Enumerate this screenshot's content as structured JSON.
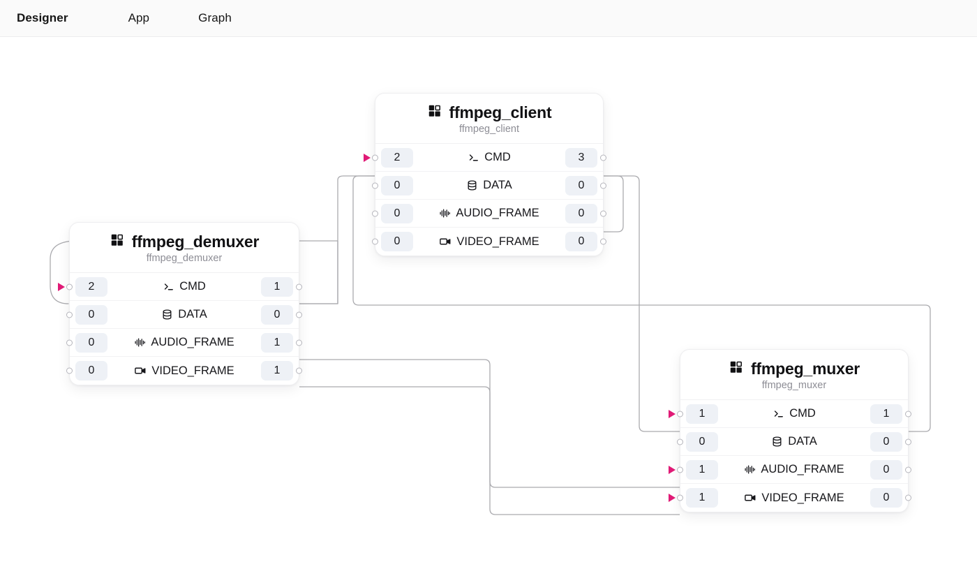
{
  "header": {
    "tabs": [
      {
        "id": "designer",
        "label": "Designer",
        "active": true
      },
      {
        "id": "app",
        "label": "App",
        "active": false
      },
      {
        "id": "graph",
        "label": "Graph",
        "active": false
      }
    ]
  },
  "colors": {
    "accent_arrow": "#e01a76",
    "edge": "#aaaaae",
    "badge_bg": "#eef1f6",
    "node_border": "#eeeef0",
    "header_bg": "#fafafa",
    "canvas_bg": "#ffffff",
    "title": "#111113",
    "subtitle": "#8d8d95"
  },
  "nodes": [
    {
      "id": "ffmpeg_client",
      "title": "ffmpeg_client",
      "subtitle": "ffmpeg_client",
      "icon": "blocks-icon",
      "ports": [
        {
          "name": "CMD",
          "icon": "terminal-icon",
          "in": "2",
          "out": "3",
          "in_connected": true,
          "out_connected": true
        },
        {
          "name": "DATA",
          "icon": "database-icon",
          "in": "0",
          "out": "0",
          "in_connected": false,
          "out_connected": false
        },
        {
          "name": "AUDIO_FRAME",
          "icon": "audio-wave-icon",
          "in": "0",
          "out": "0",
          "in_connected": false,
          "out_connected": false
        },
        {
          "name": "VIDEO_FRAME",
          "icon": "video-camera-icon",
          "in": "0",
          "out": "0",
          "in_connected": false,
          "out_connected": false
        }
      ]
    },
    {
      "id": "ffmpeg_demuxer",
      "title": "ffmpeg_demuxer",
      "subtitle": "ffmpeg_demuxer",
      "icon": "blocks-icon",
      "ports": [
        {
          "name": "CMD",
          "icon": "terminal-icon",
          "in": "2",
          "out": "1",
          "in_connected": true,
          "out_connected": true
        },
        {
          "name": "DATA",
          "icon": "database-icon",
          "in": "0",
          "out": "0",
          "in_connected": false,
          "out_connected": false
        },
        {
          "name": "AUDIO_FRAME",
          "icon": "audio-wave-icon",
          "in": "0",
          "out": "1",
          "in_connected": false,
          "out_connected": true
        },
        {
          "name": "VIDEO_FRAME",
          "icon": "video-camera-icon",
          "in": "0",
          "out": "1",
          "in_connected": false,
          "out_connected": true
        }
      ]
    },
    {
      "id": "ffmpeg_muxer",
      "title": "ffmpeg_muxer",
      "subtitle": "ffmpeg_muxer",
      "icon": "blocks-icon",
      "ports": [
        {
          "name": "CMD",
          "icon": "terminal-icon",
          "in": "1",
          "out": "1",
          "in_connected": true,
          "out_connected": true
        },
        {
          "name": "DATA",
          "icon": "database-icon",
          "in": "0",
          "out": "0",
          "in_connected": false,
          "out_connected": false
        },
        {
          "name": "AUDIO_FRAME",
          "icon": "audio-wave-icon",
          "in": "1",
          "out": "0",
          "in_connected": true,
          "out_connected": false
        },
        {
          "name": "VIDEO_FRAME",
          "icon": "video-camera-icon",
          "in": "1",
          "out": "0",
          "in_connected": true,
          "out_connected": false
        }
      ]
    }
  ]
}
